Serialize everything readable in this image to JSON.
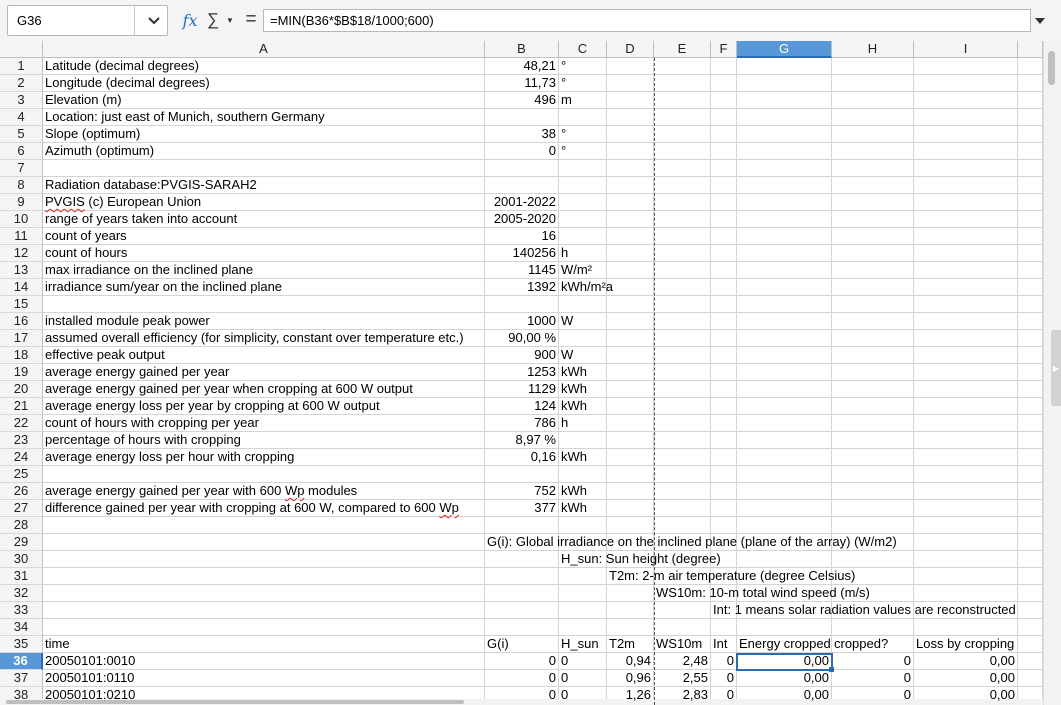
{
  "formula_bar": {
    "name_box": "G36",
    "formula": "=MIN(B36*$B$18/1000;600)",
    "fx_label": "fx",
    "sum_label": "∑",
    "equals_label": "="
  },
  "columns": [
    "A",
    "B",
    "C",
    "D",
    "E",
    "F",
    "G",
    "H",
    "I"
  ],
  "selected_column": "G",
  "selected_row": "36",
  "rows": [
    {
      "n": "1",
      "A": "Latitude (decimal degrees)",
      "B": "48,21",
      "C": "°"
    },
    {
      "n": "2",
      "A": "Longitude (decimal degrees)",
      "B": "11,73",
      "C": "°"
    },
    {
      "n": "3",
      "A": "Elevation (m)",
      "B": "496",
      "C": "m"
    },
    {
      "n": "4",
      "A": "Location: just east of Munich, southern Germany"
    },
    {
      "n": "5",
      "A": "Slope (optimum)",
      "B": "38",
      "C": "°"
    },
    {
      "n": "6",
      "A": "Azimuth (optimum)",
      "B": "0",
      "C": "°"
    },
    {
      "n": "7"
    },
    {
      "n": "8",
      "A": "Radiation database:PVGIS-SARAH2"
    },
    {
      "n": "9",
      "A_pre": "PVGIS",
      "A": " (c) European Union",
      "B": "2001-2022"
    },
    {
      "n": "10",
      "A": "range of years taken into account",
      "B": "2005-2020"
    },
    {
      "n": "11",
      "A": "count of years",
      "B": "16"
    },
    {
      "n": "12",
      "A": "count of hours",
      "B": "140256",
      "C": "h"
    },
    {
      "n": "13",
      "A": "max irradiance on the inclined plane",
      "B": "1145",
      "C": "W/m²"
    },
    {
      "n": "14",
      "A": "irradiance sum/year on the inclined plane",
      "B": "1392",
      "C": "kWh/m²a"
    },
    {
      "n": "15"
    },
    {
      "n": "16",
      "A": "installed module peak power",
      "B": "1000",
      "C": "W"
    },
    {
      "n": "17",
      "A": "assumed overall efficiency (for simplicity, constant over temperature etc.)",
      "B": "90,00 %"
    },
    {
      "n": "18",
      "A": "effective peak output",
      "B": "900",
      "C": "W"
    },
    {
      "n": "19",
      "A": "average energy gained per year",
      "B": "1253",
      "C": "kWh"
    },
    {
      "n": "20",
      "A": "average energy gained per year when cropping at 600 W output",
      "B": "1129",
      "C": "kWh"
    },
    {
      "n": "21",
      "A": "average energy loss per year by cropping at 600 W output",
      "B": "124",
      "C": "kWh"
    },
    {
      "n": "22",
      "A": "count of hours with cropping per year",
      "B": "786",
      "C": "h"
    },
    {
      "n": "23",
      "A": "percentage of hours with cropping",
      "B": "8,97 %"
    },
    {
      "n": "24",
      "A": "average energy loss per hour with cropping",
      "B": "0,16",
      "C": "kWh"
    },
    {
      "n": "25"
    },
    {
      "n": "26",
      "A_pre": "average energy gained per year with 600 ",
      "A_sq": "Wp",
      "A": " modules",
      "B": "752",
      "C": "kWh"
    },
    {
      "n": "27",
      "A_pre": "difference gained per year with cropping at 600 W, compared to 600 ",
      "A_sq": "Wp",
      "A": "",
      "B": "377",
      "C": "kWh"
    },
    {
      "n": "28"
    },
    {
      "n": "29",
      "B_spill": "G(i): Global irradiance on the inclined plane (plane of the array) (W/m2)"
    },
    {
      "n": "30",
      "C_spill": "H_sun: Sun height (degree)"
    },
    {
      "n": "31",
      "D_spill": "T2m: 2-m air temperature (degree Celsius)"
    },
    {
      "n": "32",
      "E_spill": "WS10m: 10-m total wind speed (m/s)"
    },
    {
      "n": "33",
      "F_spill": "Int: 1 means solar radiation values are reconstructed"
    },
    {
      "n": "34"
    },
    {
      "n": "35",
      "A": "time",
      "B": "G(i)",
      "C": "H_sun",
      "D": "T2m",
      "E": "WS10m",
      "F": "Int",
      "G": "Energy cropped",
      "H": "cropped?",
      "I": "Loss by cropping"
    },
    {
      "n": "36",
      "A": "20050101:0010",
      "B": "0",
      "C": "0",
      "D": "0,94",
      "E": "2,48",
      "F": "0",
      "G": "0,00",
      "H": "0",
      "I": "0,00"
    },
    {
      "n": "37",
      "A": "20050101:0110",
      "B": "0",
      "C": "0",
      "D": "0,96",
      "E": "2,55",
      "F": "0",
      "G": "0,00",
      "H": "0",
      "I": "0,00"
    },
    {
      "n": "38",
      "A": "20050101:0210",
      "B": "0",
      "C": "0",
      "D": "1,26",
      "E": "2,83",
      "F": "0",
      "G": "0,00",
      "H": "0",
      "I": "0,00"
    }
  ]
}
